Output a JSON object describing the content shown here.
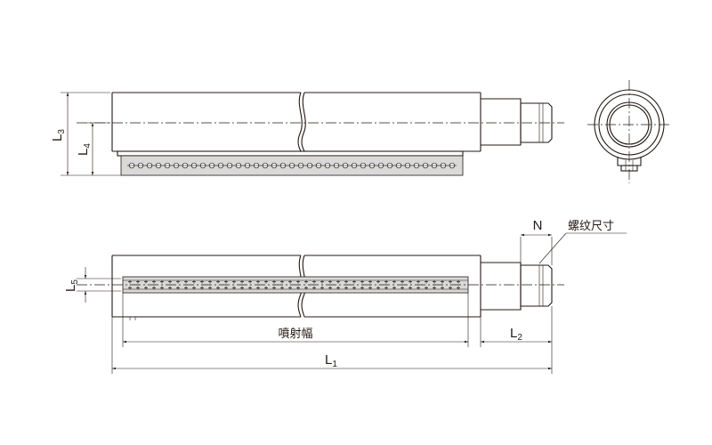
{
  "labels": {
    "l3_main": "L",
    "l3_sub": "3",
    "l4_main": "L",
    "l4_sub": "4",
    "l5_main": "L",
    "l5_sub": "5",
    "l1_main": "L",
    "l1_sub": "1",
    "l2_main": "L",
    "l2_sub": "2",
    "n": "N",
    "thread_size": "螺纹尺寸",
    "spray_width": "噴射幅"
  }
}
